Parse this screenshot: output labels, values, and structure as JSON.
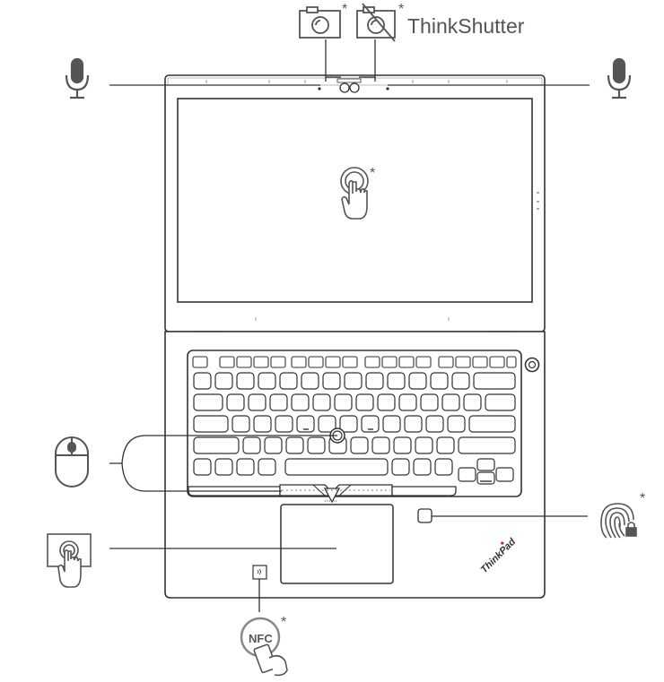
{
  "labels": {
    "think_shutter": "ThinkShutter",
    "brand_logo": "ThinkPad",
    "nfc": "NFC",
    "optional_marker": "*"
  },
  "icons": {
    "camera": "camera-icon",
    "camera_shutter": "camera-shutter-closed-icon",
    "microphone": "microphone-icon",
    "touchscreen": "touch-screen-icon",
    "mouse": "mouse-icon",
    "touchpad": "touchpad-icon",
    "fingerprint": "fingerprint-lock-icon",
    "nfc": "nfc-phone-icon"
  },
  "colors": {
    "line": "#333333",
    "logo_red": "#cc1f1f",
    "gray": "#bdbdbd"
  }
}
